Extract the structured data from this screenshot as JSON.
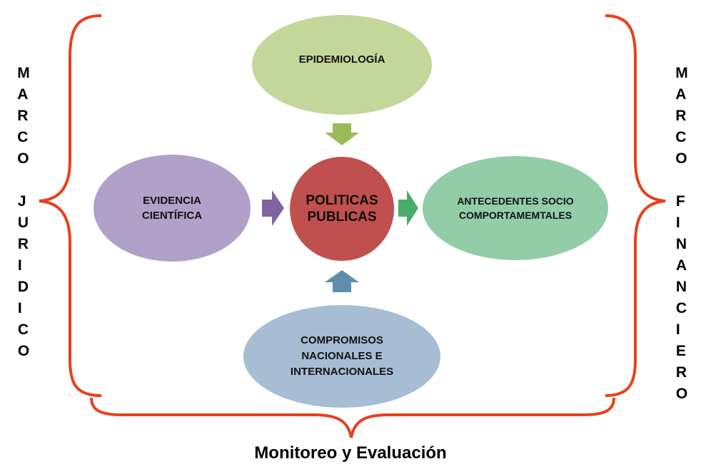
{
  "nodes": {
    "center": {
      "label_line1": "POLITICAS",
      "label_line2": "PUBLICAS",
      "color": "#c0504d"
    },
    "top": {
      "label": "EPIDEMIOLOGÍA",
      "color": "#c4d79b"
    },
    "left": {
      "label_line1": "EVIDENCIA",
      "label_line2": "CIENTÍFICA",
      "color": "#b1a0c7"
    },
    "right": {
      "label_line1": "ANTECEDENTES SOCIO",
      "label_line2": "COMPORTAMEMTALES",
      "color": "#92cda8"
    },
    "bottom": {
      "label_line1": "COMPROMISOS",
      "label_line2": "NACIONALES E",
      "label_line3": "INTERNACIONALES",
      "color": "#a6bdd3"
    }
  },
  "arrows": {
    "top_color": "#9bbb59",
    "left_color": "#8064a2",
    "right_color": "#4bac6a",
    "bottom_color": "#5f8ead"
  },
  "brace_color": "#e8401c",
  "side_left": {
    "word1": [
      "M",
      "A",
      "R",
      "C",
      "O"
    ],
    "word2": [
      "J",
      "U",
      "R",
      "I",
      "D",
      "I",
      "C",
      "O"
    ]
  },
  "side_right": {
    "word1": [
      "M",
      "A",
      "R",
      "C",
      "O"
    ],
    "word2": [
      "F",
      "I",
      "N",
      "A",
      "N",
      "C",
      "I",
      "E",
      "R",
      "O"
    ]
  },
  "bottom_label": "Monitoreo y Evaluación"
}
